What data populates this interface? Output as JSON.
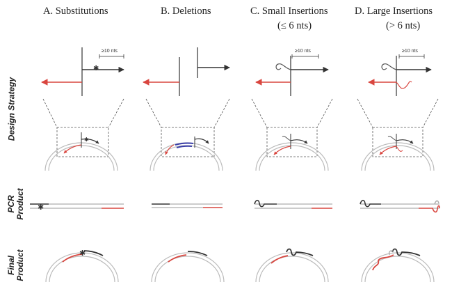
{
  "columns": [
    {
      "title": "A. Substitutions",
      "subtitle": ""
    },
    {
      "title": "B. Deletions",
      "subtitle": ""
    },
    {
      "title": "C. Small Insertions",
      "subtitle": "(≤ 6 nts)"
    },
    {
      "title": "D. Large Insertions",
      "subtitle": "(> 6 nts)"
    }
  ],
  "rows": {
    "design": "Design Strategy",
    "pcr_line1": "PCR",
    "pcr_line2": "Product",
    "final_line1": "Final",
    "final_line2": "Product"
  },
  "scale_label": "≥10 nts",
  "colors": {
    "red": "#d9463f",
    "dark": "#333333",
    "blue": "#3b3fa8",
    "grey": "#9a9a9a",
    "light": "#c8c8c8"
  }
}
